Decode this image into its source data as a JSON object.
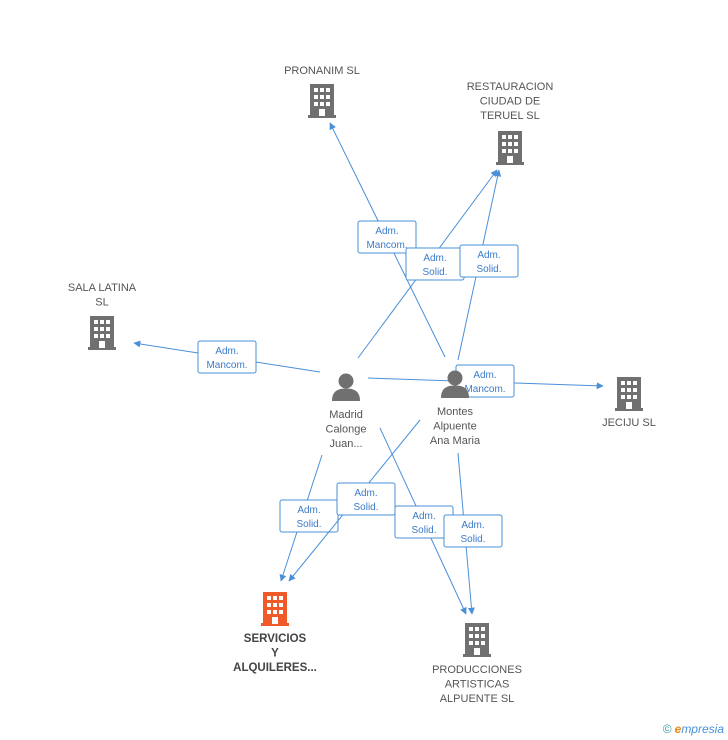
{
  "colors": {
    "edge": "#4a90d9",
    "company": "#707070",
    "focus_company": "#f05a28",
    "person": "#707070"
  },
  "nodes": [
    {
      "id": "pronanim",
      "type": "company",
      "label": [
        "PRONANIM SL"
      ]
    },
    {
      "id": "restauracion",
      "type": "company",
      "label": [
        "RESTAURACION",
        "CIUDAD DE",
        "TERUEL SL"
      ]
    },
    {
      "id": "sala",
      "type": "company",
      "label": [
        "SALA LATINA",
        "SL"
      ]
    },
    {
      "id": "jeciju",
      "type": "company",
      "label": [
        "JECIJU  SL"
      ]
    },
    {
      "id": "madrid",
      "type": "person",
      "label": [
        "Madrid",
        "Calonge",
        "Juan..."
      ]
    },
    {
      "id": "montes",
      "type": "person",
      "label": [
        "Montes",
        "Alpuente",
        "Ana Maria"
      ]
    },
    {
      "id": "servicios",
      "type": "focus",
      "label": [
        "SERVICIOS",
        "Y",
        "ALQUILERES..."
      ]
    },
    {
      "id": "producciones",
      "type": "company",
      "label": [
        "PRODUCCIONES",
        "ARTISTICAS",
        "ALPUENTE SL"
      ]
    }
  ],
  "edges": [
    {
      "from": "montes",
      "to": "pronanim",
      "label": [
        "Adm.",
        "Mancom."
      ]
    },
    {
      "from": "madrid",
      "to": "restauracion",
      "label": [
        "Adm.",
        "Solid."
      ]
    },
    {
      "from": "montes",
      "to": "restauracion",
      "label": [
        "Adm.",
        "Solid."
      ]
    },
    {
      "from": "madrid",
      "to": "sala",
      "label": [
        "Adm.",
        "Mancom."
      ]
    },
    {
      "from": "madrid",
      "to": "jeciju",
      "label": [
        "Adm.",
        "Mancom."
      ]
    },
    {
      "from": "madrid",
      "to": "servicios",
      "label": [
        "Adm.",
        "Solid."
      ]
    },
    {
      "from": "montes",
      "to": "servicios",
      "label": [
        "Adm.",
        "Solid."
      ]
    },
    {
      "from": "madrid",
      "to": "producciones",
      "label": [
        "Adm.",
        "Solid."
      ]
    },
    {
      "from": "montes",
      "to": "producciones",
      "label": [
        "Adm.",
        "Solid."
      ]
    }
  ],
  "footer": {
    "copyright": "©",
    "brand_first": "e",
    "brand_rest": "mpresia"
  }
}
